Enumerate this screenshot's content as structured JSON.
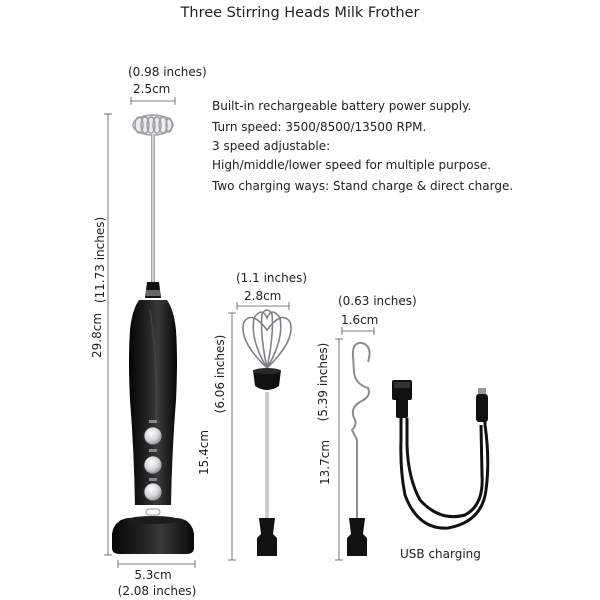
{
  "title": "Three Stirring Heads Milk Frother",
  "features": [
    "Built-in rechargeable battery power supply.",
    "Turn speed:  3500/8500/13500 RPM.",
    "3 speed adjustable:",
    "High/middle/lower speed for multiple purpose.",
    "Two charging ways: Stand charge & direct charge."
  ],
  "frother": {
    "head_width_in": "(0.98 inches)",
    "head_width_cm": "2.5cm",
    "height_cm": "29.8cm",
    "height_in": "(11.73 inches)",
    "base_width_cm": "5.3cm",
    "base_width_in": "(2.08 inches)"
  },
  "whisk": {
    "width_in": "(1.1 inches)",
    "width_cm": "2.8cm",
    "length_cm": "15.4cm",
    "length_in": "(6.06 inches)"
  },
  "spring_whisk": {
    "width_in": "(0.63 inches)",
    "width_cm": "1.6cm",
    "length_cm": "13.7cm",
    "length_in": "(5.39 inches)"
  },
  "cable": {
    "label": "USB charging"
  },
  "colors": {
    "body": "#111111",
    "steel": "#b8bcc0",
    "text": "#222222"
  }
}
